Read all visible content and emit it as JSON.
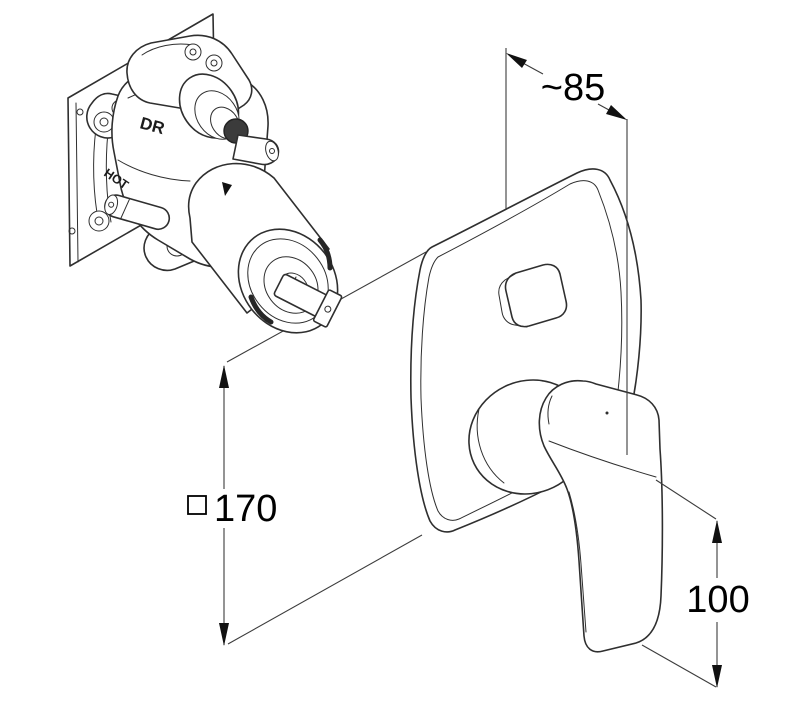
{
  "page": {
    "background_color": "#ffffff",
    "line_color": "#2f2f2f",
    "dim_line_color": "#3c3c3c",
    "knob_fill_color": "#3b3b3b"
  },
  "drawing": {
    "valve_labels": {
      "dr": "DR",
      "hot": "HOT"
    },
    "dimensions": {
      "plate_width": {
        "value": "~85"
      },
      "plate_square": {
        "symbol": "□",
        "value": "170"
      },
      "lever_length": {
        "value": "100"
      }
    },
    "icons": {
      "square_symbol": "square-outline-icon",
      "dimension_arrow": "filled-triangle-icon"
    }
  }
}
